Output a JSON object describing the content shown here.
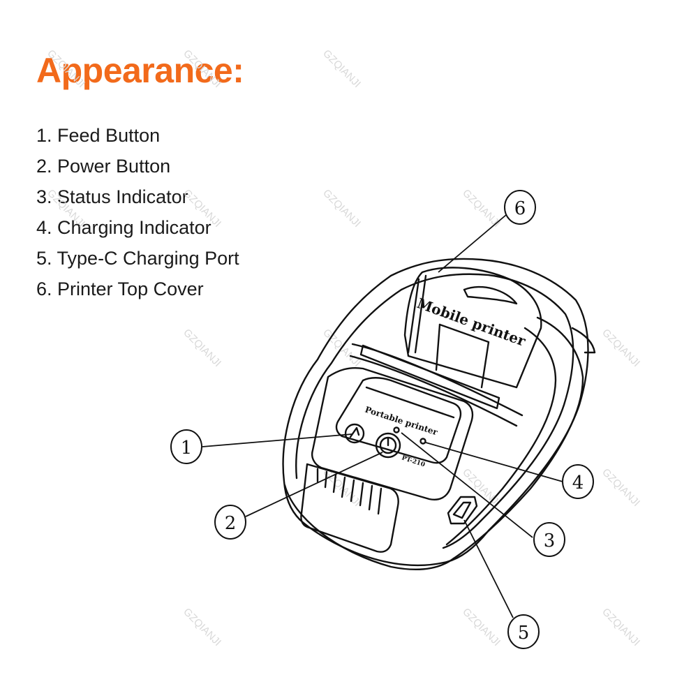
{
  "title": "Appearance:",
  "parts": [
    {
      "label": "1. Feed Button",
      "callout": "1"
    },
    {
      "label": "2. Power Button",
      "callout": "2"
    },
    {
      "label": "3. Status Indicator",
      "callout": "3"
    },
    {
      "label": "4. Charging Indicator",
      "callout": "4"
    },
    {
      "label": "5. Type-C Charging Port",
      "callout": "5"
    },
    {
      "label": "6. Printer Top Cover",
      "callout": "6"
    }
  ],
  "device": {
    "cover_label": "Mobile printer",
    "panel_label": "Portable printer",
    "model_label": "PT-210"
  },
  "watermark": "GZQIANJI"
}
